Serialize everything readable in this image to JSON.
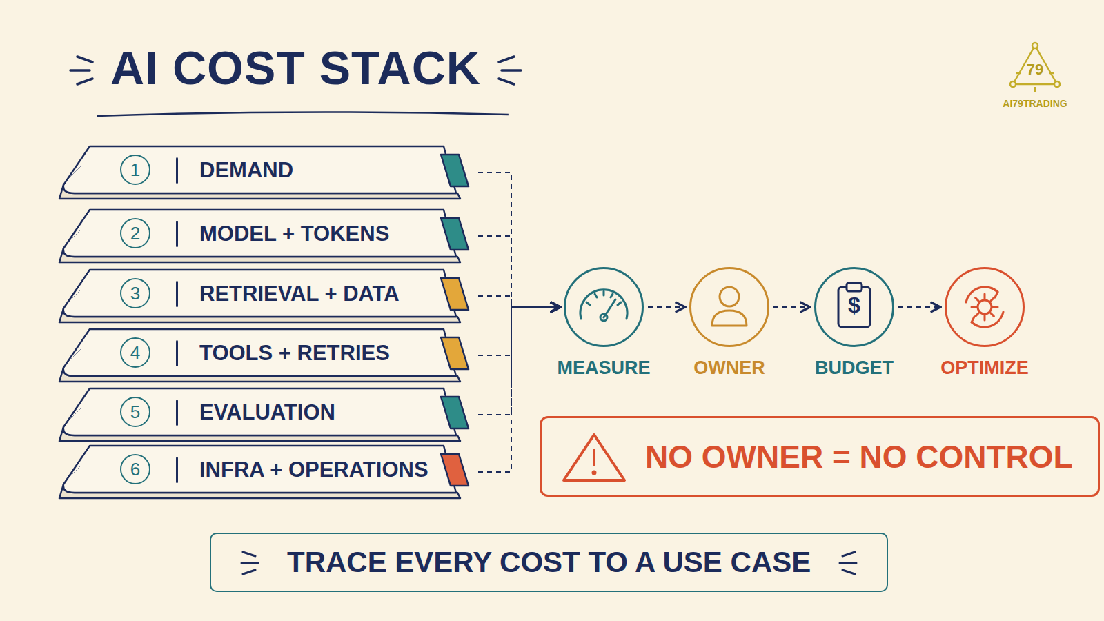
{
  "diagram": {
    "title": "AI COST STACK",
    "nodes": [
      {
        "text": [
          "DEMAND"
        ]
      },
      {
        "text": [
          "1"
        ],
        "in": 0
      },
      {
        "text": [
          "MODEL + TOKENS"
        ]
      },
      {
        "text": [
          "2"
        ],
        "in": 2
      },
      {
        "text": [
          "RETRIEVAL + DATA"
        ]
      },
      {
        "text": [
          "3"
        ],
        "in": 4
      },
      {
        "text": [
          "TOOLS + RETRIES"
        ]
      },
      {
        "text": [
          "4"
        ],
        "in": 6
      },
      {
        "text": [
          "EVALUATION"
        ]
      },
      {
        "text": [
          "5"
        ],
        "in": 8
      },
      {
        "text": [
          "INFRA + OPERATIONS"
        ]
      },
      {
        "text": [
          "6"
        ],
        "in": 10
      },
      {
        "text": [
          "MEASURE"
        ]
      },
      {
        "text": [
          "OWNER"
        ]
      },
      {
        "text": [
          "BUDGET"
        ]
      },
      {
        "text": [
          "OPTIMIZE"
        ]
      },
      {
        "text": [
          "NO OWNER = NO CONTROL"
        ]
      },
      {
        "text": [
          "TRACE EVERY COST TO A USE CASE"
        ]
      }
    ],
    "edges": [
      {
        "from": 0,
        "to": 12,
        "arrow": "to"
      },
      {
        "from": 2,
        "to": 12,
        "arrow": "to"
      },
      {
        "from": 4,
        "to": 12,
        "arrow": "to"
      },
      {
        "from": 6,
        "to": 12,
        "arrow": "to"
      },
      {
        "from": 8,
        "to": 12,
        "arrow": "to"
      },
      {
        "from": 10,
        "to": 12,
        "arrow": "to"
      },
      {
        "from": 12,
        "to": 13,
        "arrow": "to"
      },
      {
        "from": 13,
        "to": 14,
        "arrow": "to"
      },
      {
        "from": 14,
        "to": 15,
        "arrow": "to"
      }
    ],
    "labels": [
      "79",
      "AI79TRADING",
      "$"
    ]
  }
}
